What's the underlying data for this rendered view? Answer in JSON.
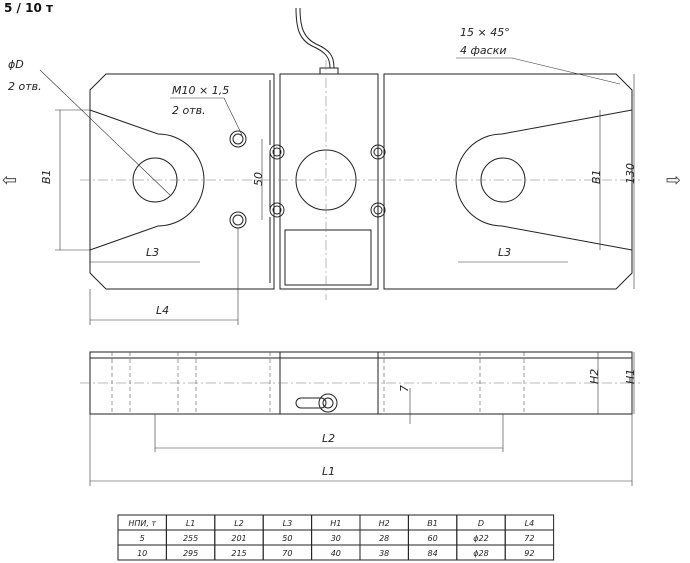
{
  "title": "5 / 10 т",
  "labels": {
    "d_dim": "ϕD",
    "d_holes": "2 отв.",
    "thread": "M10 × 1,5",
    "thread_holes": "2 отв.",
    "chamfer": "15 × 45°",
    "chamfer_note": "4 фаски",
    "b1": "B1",
    "h130": "130",
    "l3": "L3",
    "l4": "L4",
    "d50": "50",
    "d7": "7",
    "l2": "L2",
    "l1": "L1",
    "h2": "H2",
    "h1": "H1",
    "arrow_left": "⇦",
    "arrow_right": "⇨"
  },
  "table": {
    "headers": [
      "НПИ, т",
      "L1",
      "L2",
      "L3",
      "H1",
      "H2",
      "B1",
      "D",
      "L4"
    ],
    "rows": [
      [
        "5",
        "255",
        "201",
        "50",
        "30",
        "28",
        "60",
        "ϕ22",
        "72"
      ],
      [
        "10",
        "295",
        "215",
        "70",
        "40",
        "38",
        "84",
        "ϕ28",
        "92"
      ]
    ]
  }
}
